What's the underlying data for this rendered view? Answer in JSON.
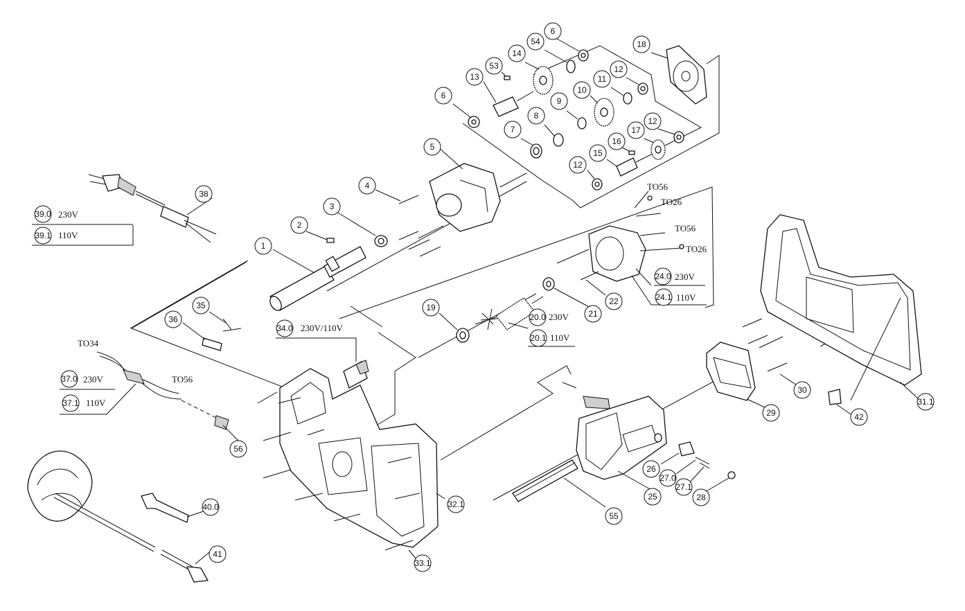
{
  "callouts": {
    "p1": "1",
    "p2": "2",
    "p3": "3",
    "p4": "4",
    "p5": "5",
    "p6a": "6",
    "p6b": "6",
    "p7": "7",
    "p8": "8",
    "p9": "9",
    "p10": "10",
    "p11": "11",
    "p12a": "12",
    "p12b": "12",
    "p12c": "12",
    "p13": "13",
    "p14": "14",
    "p15": "15",
    "p16": "16",
    "p17": "17",
    "p18": "18",
    "p19": "19",
    "p20_0": "20.0",
    "p20_1": "20.1",
    "p21": "21",
    "p22": "22",
    "p24_0": "24.0",
    "p24_1": "24.1",
    "p25": "25",
    "p26": "26",
    "p27_0": "27.0",
    "p27_1": "27.1",
    "p28": "28",
    "p29": "29",
    "p30": "30",
    "p31_1": "31.1",
    "p32_1": "32.1",
    "p33_1": "33.1",
    "p34_0": "34.0",
    "p35": "35",
    "p36": "36",
    "p37_0": "37.0",
    "p37_1": "37.1",
    "p38": "38",
    "p39_0": "39.0",
    "p39_1": "39.1",
    "p40_0": "40.0",
    "p41": "41",
    "p42": "42",
    "p53": "53",
    "p54": "54",
    "p55": "55",
    "p56": "56"
  },
  "labels": {
    "v230_39": "230V",
    "v110_39": "110V",
    "v230_37": "230V",
    "v110_37": "110V",
    "v230_20": "230V",
    "v110_20": "110V",
    "v230_24": "230V",
    "v110_24": "110V",
    "v34": "230V/110V",
    "to34": "TO34",
    "to56_switch": "TO56",
    "to56_a": "TO56",
    "to26_a": "TO26",
    "to56_b": "TO56",
    "to26_b": "TO26"
  }
}
